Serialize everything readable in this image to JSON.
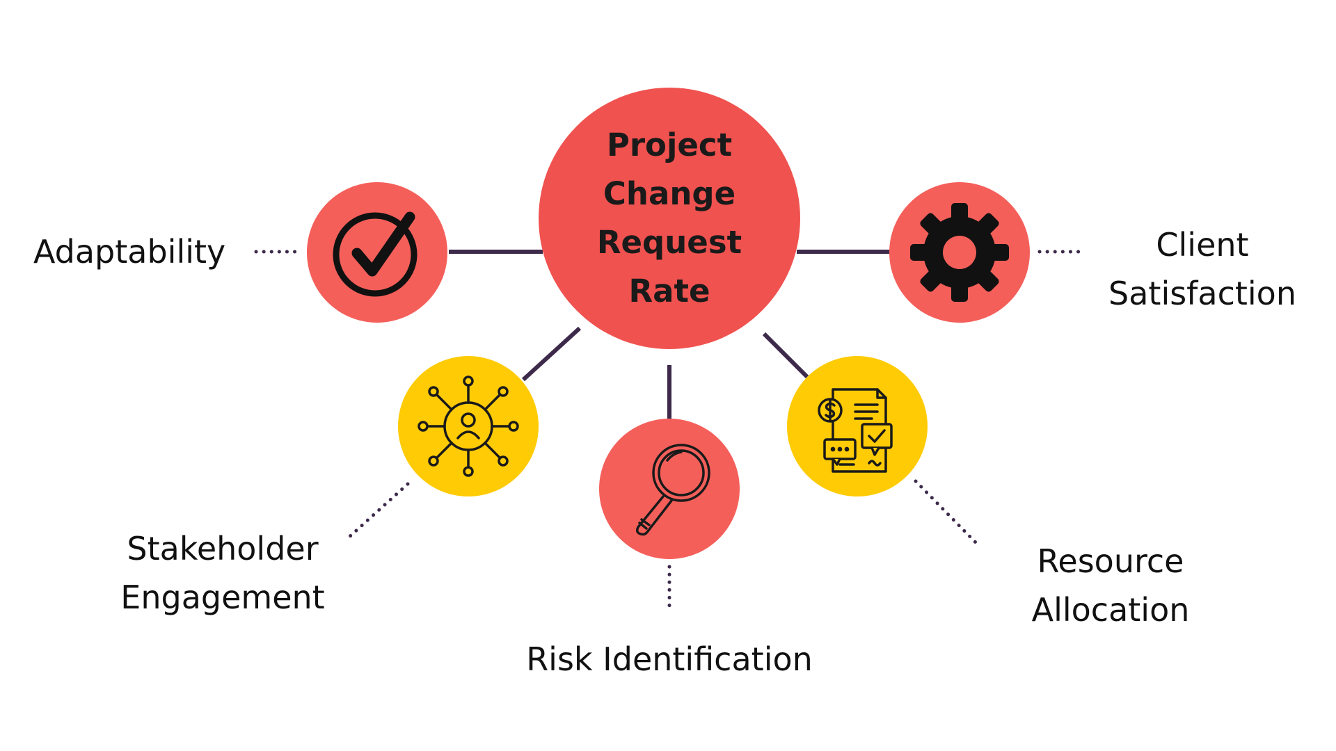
{
  "diagram": {
    "center": {
      "title": "Project\nChange\nRequest\nRate"
    },
    "nodes": [
      {
        "id": "adaptability",
        "label": "Adaptability",
        "icon": "checkmark-circle-icon"
      },
      {
        "id": "client-satisfaction",
        "label": "Client\nSatisfaction",
        "icon": "gear-icon"
      },
      {
        "id": "stakeholder-engagement",
        "label": "Stakeholder\nEngagement",
        "icon": "network-person-icon"
      },
      {
        "id": "risk-identification",
        "label": "Risk Identification",
        "icon": "magnifying-glass-icon"
      },
      {
        "id": "resource-allocation",
        "label": "Resource\nAllocation",
        "icon": "documents-budget-icon"
      }
    ]
  },
  "colors": {
    "background": "#ffffff",
    "coral": "#f0524f",
    "coral_light": "#f55f5a",
    "yellow": "#ffcb05",
    "connector": "#3d2a4a",
    "text": "#111111",
    "icon": "#111111"
  }
}
